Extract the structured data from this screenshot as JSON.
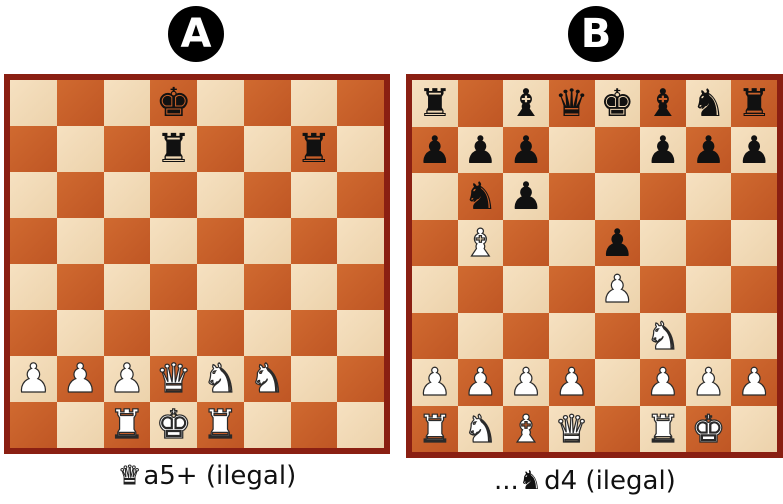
{
  "diagrams": [
    {
      "label": "A",
      "caption_prefix": "",
      "caption_piece": "queen",
      "caption_piece_color": "white",
      "caption_text": "a5+ (ilegal)",
      "board": [
        [
          ".",
          ".",
          ".",
          "k",
          ".",
          ".",
          ".",
          "."
        ],
        [
          ".",
          ".",
          ".",
          "r",
          ".",
          ".",
          "r",
          "."
        ],
        [
          ".",
          ".",
          ".",
          ".",
          ".",
          ".",
          ".",
          "."
        ],
        [
          ".",
          ".",
          ".",
          ".",
          ".",
          ".",
          ".",
          "."
        ],
        [
          ".",
          ".",
          ".",
          ".",
          ".",
          ".",
          ".",
          "."
        ],
        [
          ".",
          ".",
          ".",
          ".",
          ".",
          ".",
          ".",
          "."
        ],
        [
          "P",
          "P",
          "P",
          "Q",
          "N",
          "N",
          ".",
          "."
        ],
        [
          ".",
          ".",
          "R",
          "K",
          "R",
          ".",
          ".",
          "."
        ]
      ]
    },
    {
      "label": "B",
      "caption_prefix": "...",
      "caption_piece": "knight",
      "caption_piece_color": "black",
      "caption_text": "d4 (ilegal)",
      "board": [
        [
          "r",
          ".",
          "b",
          "q",
          "k",
          "b",
          "n",
          "r"
        ],
        [
          "p",
          "p",
          "p",
          ".",
          ".",
          "p",
          "p",
          "p"
        ],
        [
          ".",
          "n",
          "p",
          ".",
          ".",
          ".",
          ".",
          "."
        ],
        [
          ".",
          "B",
          ".",
          ".",
          "p",
          ".",
          ".",
          "."
        ],
        [
          ".",
          ".",
          ".",
          ".",
          "P",
          ".",
          ".",
          "."
        ],
        [
          ".",
          ".",
          ".",
          ".",
          ".",
          "N",
          ".",
          "."
        ],
        [
          "P",
          "P",
          "P",
          "P",
          ".",
          "P",
          "P",
          "P"
        ],
        [
          "R",
          "N",
          "B",
          "Q",
          ".",
          "R",
          "K",
          "."
        ]
      ]
    }
  ],
  "colors": {
    "light_square": "#f0d9b5",
    "dark_square": "#c8612a",
    "frame": "#8a1f12",
    "badge": "#000000"
  }
}
